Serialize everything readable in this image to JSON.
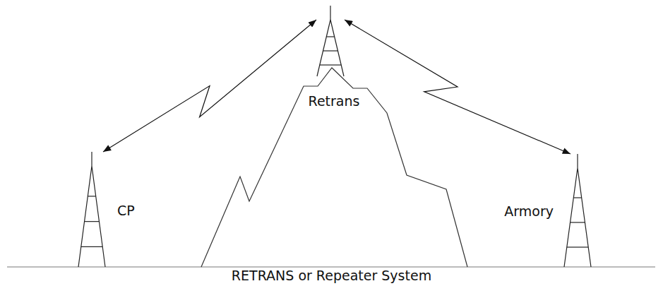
{
  "diagram": {
    "caption": "RETRANS or Repeater System",
    "nodes": [
      {
        "text": [
          "CP"
        ]
      },
      {
        "text": [
          "Retrans"
        ]
      },
      {
        "text": [
          "Armory"
        ]
      }
    ],
    "edges": [
      {
        "from": 0,
        "to": 1,
        "arrow": "both"
      },
      {
        "from": 1,
        "to": 2,
        "arrow": "both"
      }
    ]
  }
}
